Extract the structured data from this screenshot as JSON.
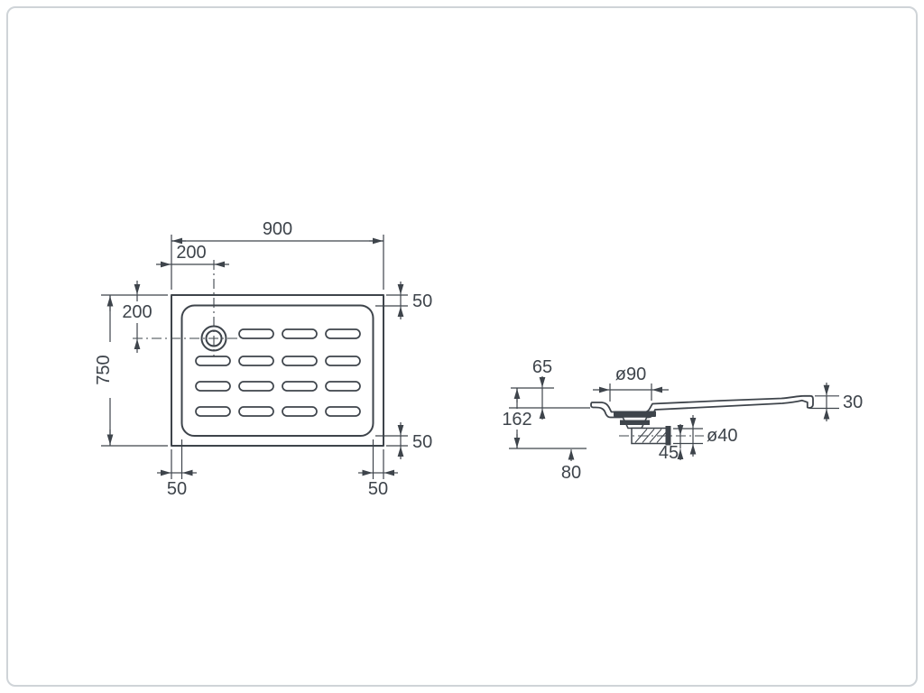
{
  "meta": {
    "drawing_type": "shower-tray-technical-drawing",
    "line_color": "#3e444b",
    "frame_color": "#cfd4d8"
  },
  "plan_view": {
    "overall_width": "900",
    "drain_offset_horizontal": "200",
    "drain_offset_vertical": "200",
    "overall_depth": "750",
    "rim_width_top_right": "50",
    "rim_width_bottom_right": "50",
    "rim_width_bottom_left_side": "50",
    "rim_width_bottom_right_side": "50"
  },
  "section_view": {
    "basin_depth": "65",
    "drain_recess_diameter": "ø90",
    "edge_height": "30",
    "total_height_with_trap": "162",
    "waste_pipe_diameter": "ø40",
    "waste_outlet_height": "45",
    "underside_clearance": "80"
  }
}
